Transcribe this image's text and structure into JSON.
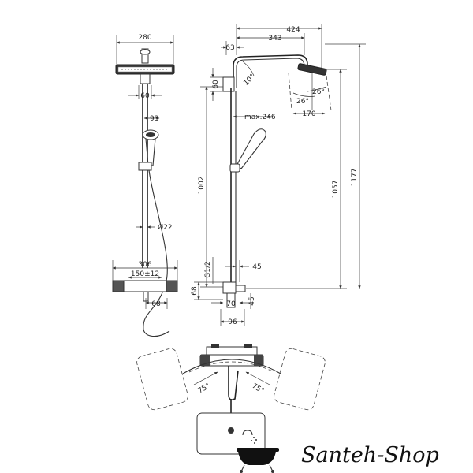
{
  "brand": {
    "name": "Santeh-Shop",
    "icon": "bathtub-shower-icon"
  },
  "front_view": {
    "dim_head_width": "280",
    "dim_arm_width": "60",
    "dim_handshower": "93",
    "dim_rail_diameter": "Ø22",
    "dim_thermostat_width": "306",
    "dim_inlet_spacing": "150±12",
    "dim_outlet_offset": "68"
  },
  "side_view": {
    "dim_total_reach": "424",
    "dim_arm_reach": "343",
    "dim_wall_bracket": "63",
    "dim_bracket_height": "60",
    "dim_arm_angle": "10°",
    "dim_head_tilt_1": "26°",
    "dim_head_tilt_2": "26°",
    "dim_head_depth": "170",
    "dim_handshower_reach": "max.246",
    "dim_rail_height": "1002",
    "dim_head_height": "1057",
    "dim_total_height": "1177",
    "dim_thread": "G1/2",
    "dim_projection": "45",
    "dim_mixer_height": "68",
    "dim_mixer_depth": "70",
    "dim_outlet_spacing": "96",
    "dim_bottom_offset": "45"
  },
  "top_view": {
    "dim_swivel_left": "75°",
    "dim_swivel_right": "75°"
  }
}
